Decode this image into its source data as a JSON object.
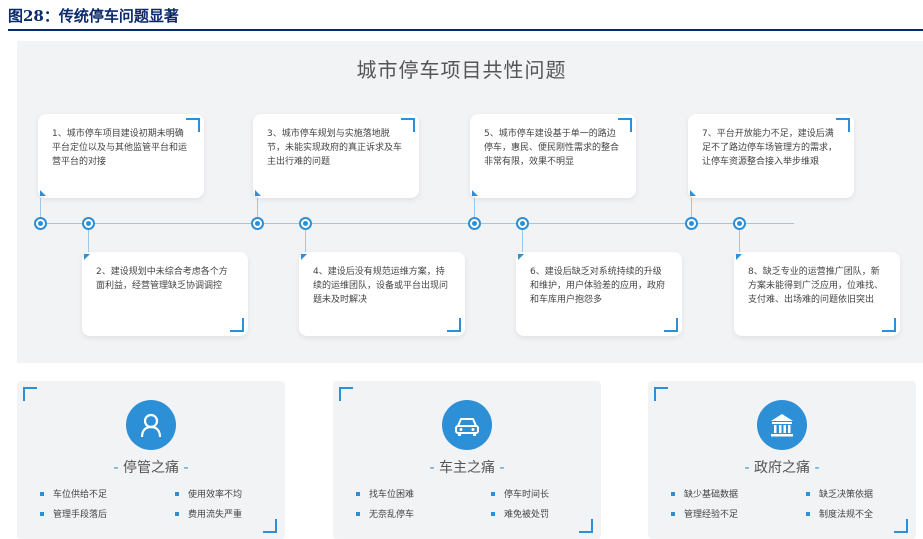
{
  "figure_title": "图28：传统停车问题显著",
  "main_title": "城市停车项目共性问题",
  "timeline": [
    {
      "text": "1、城市停车项目建设初期未明确平台定位以及与其他监管平台和运营平台的对接"
    },
    {
      "text": "2、建设规划中未综合考虑各个方面利益，经营管理缺乏协调调控"
    },
    {
      "text": "3、城市停车规划与实施落地脱节，未能实现政府的真正诉求及车主出行难的问题"
    },
    {
      "text": "4、建设后没有规范运维方案，持续的运维团队，设备或平台出现问题未及时解决"
    },
    {
      "text": "5、城市停车建设基于单一的路边停车，惠民、便民刚性需求的整合非常有限，效果不明显"
    },
    {
      "text": "6、建设后缺乏对系统持续的升级和维护，用户体验差的应用，政府和车库用户抱怨多"
    },
    {
      "text": "7、平台开放能力不足，建设后满足不了路边停车场管理方的需求，让停车资源整合接入举步维艰"
    },
    {
      "text": "8、缺乏专业的运营推广团队，新方案未能得到广泛应用，位难找、支付难、出场难的问题依旧突出"
    }
  ],
  "pains": [
    {
      "title": "停管之痛",
      "icon": "person-icon",
      "items": [
        "车位供给不足",
        "使用效率不均",
        "管理手段落后",
        "费用流失严重"
      ]
    },
    {
      "title": "车主之痛",
      "icon": "car-icon",
      "items": [
        "找车位困难",
        "停车时间长",
        "无奈乱停车",
        "难免被处罚"
      ]
    },
    {
      "title": "政府之痛",
      "icon": "government-building-icon",
      "items": [
        "缺少基础数据",
        "缺乏决策依据",
        "管理经验不足",
        "制度法规不全"
      ]
    }
  ],
  "accent_color": "#2d8fd6",
  "title_color": "#0a2a6b"
}
